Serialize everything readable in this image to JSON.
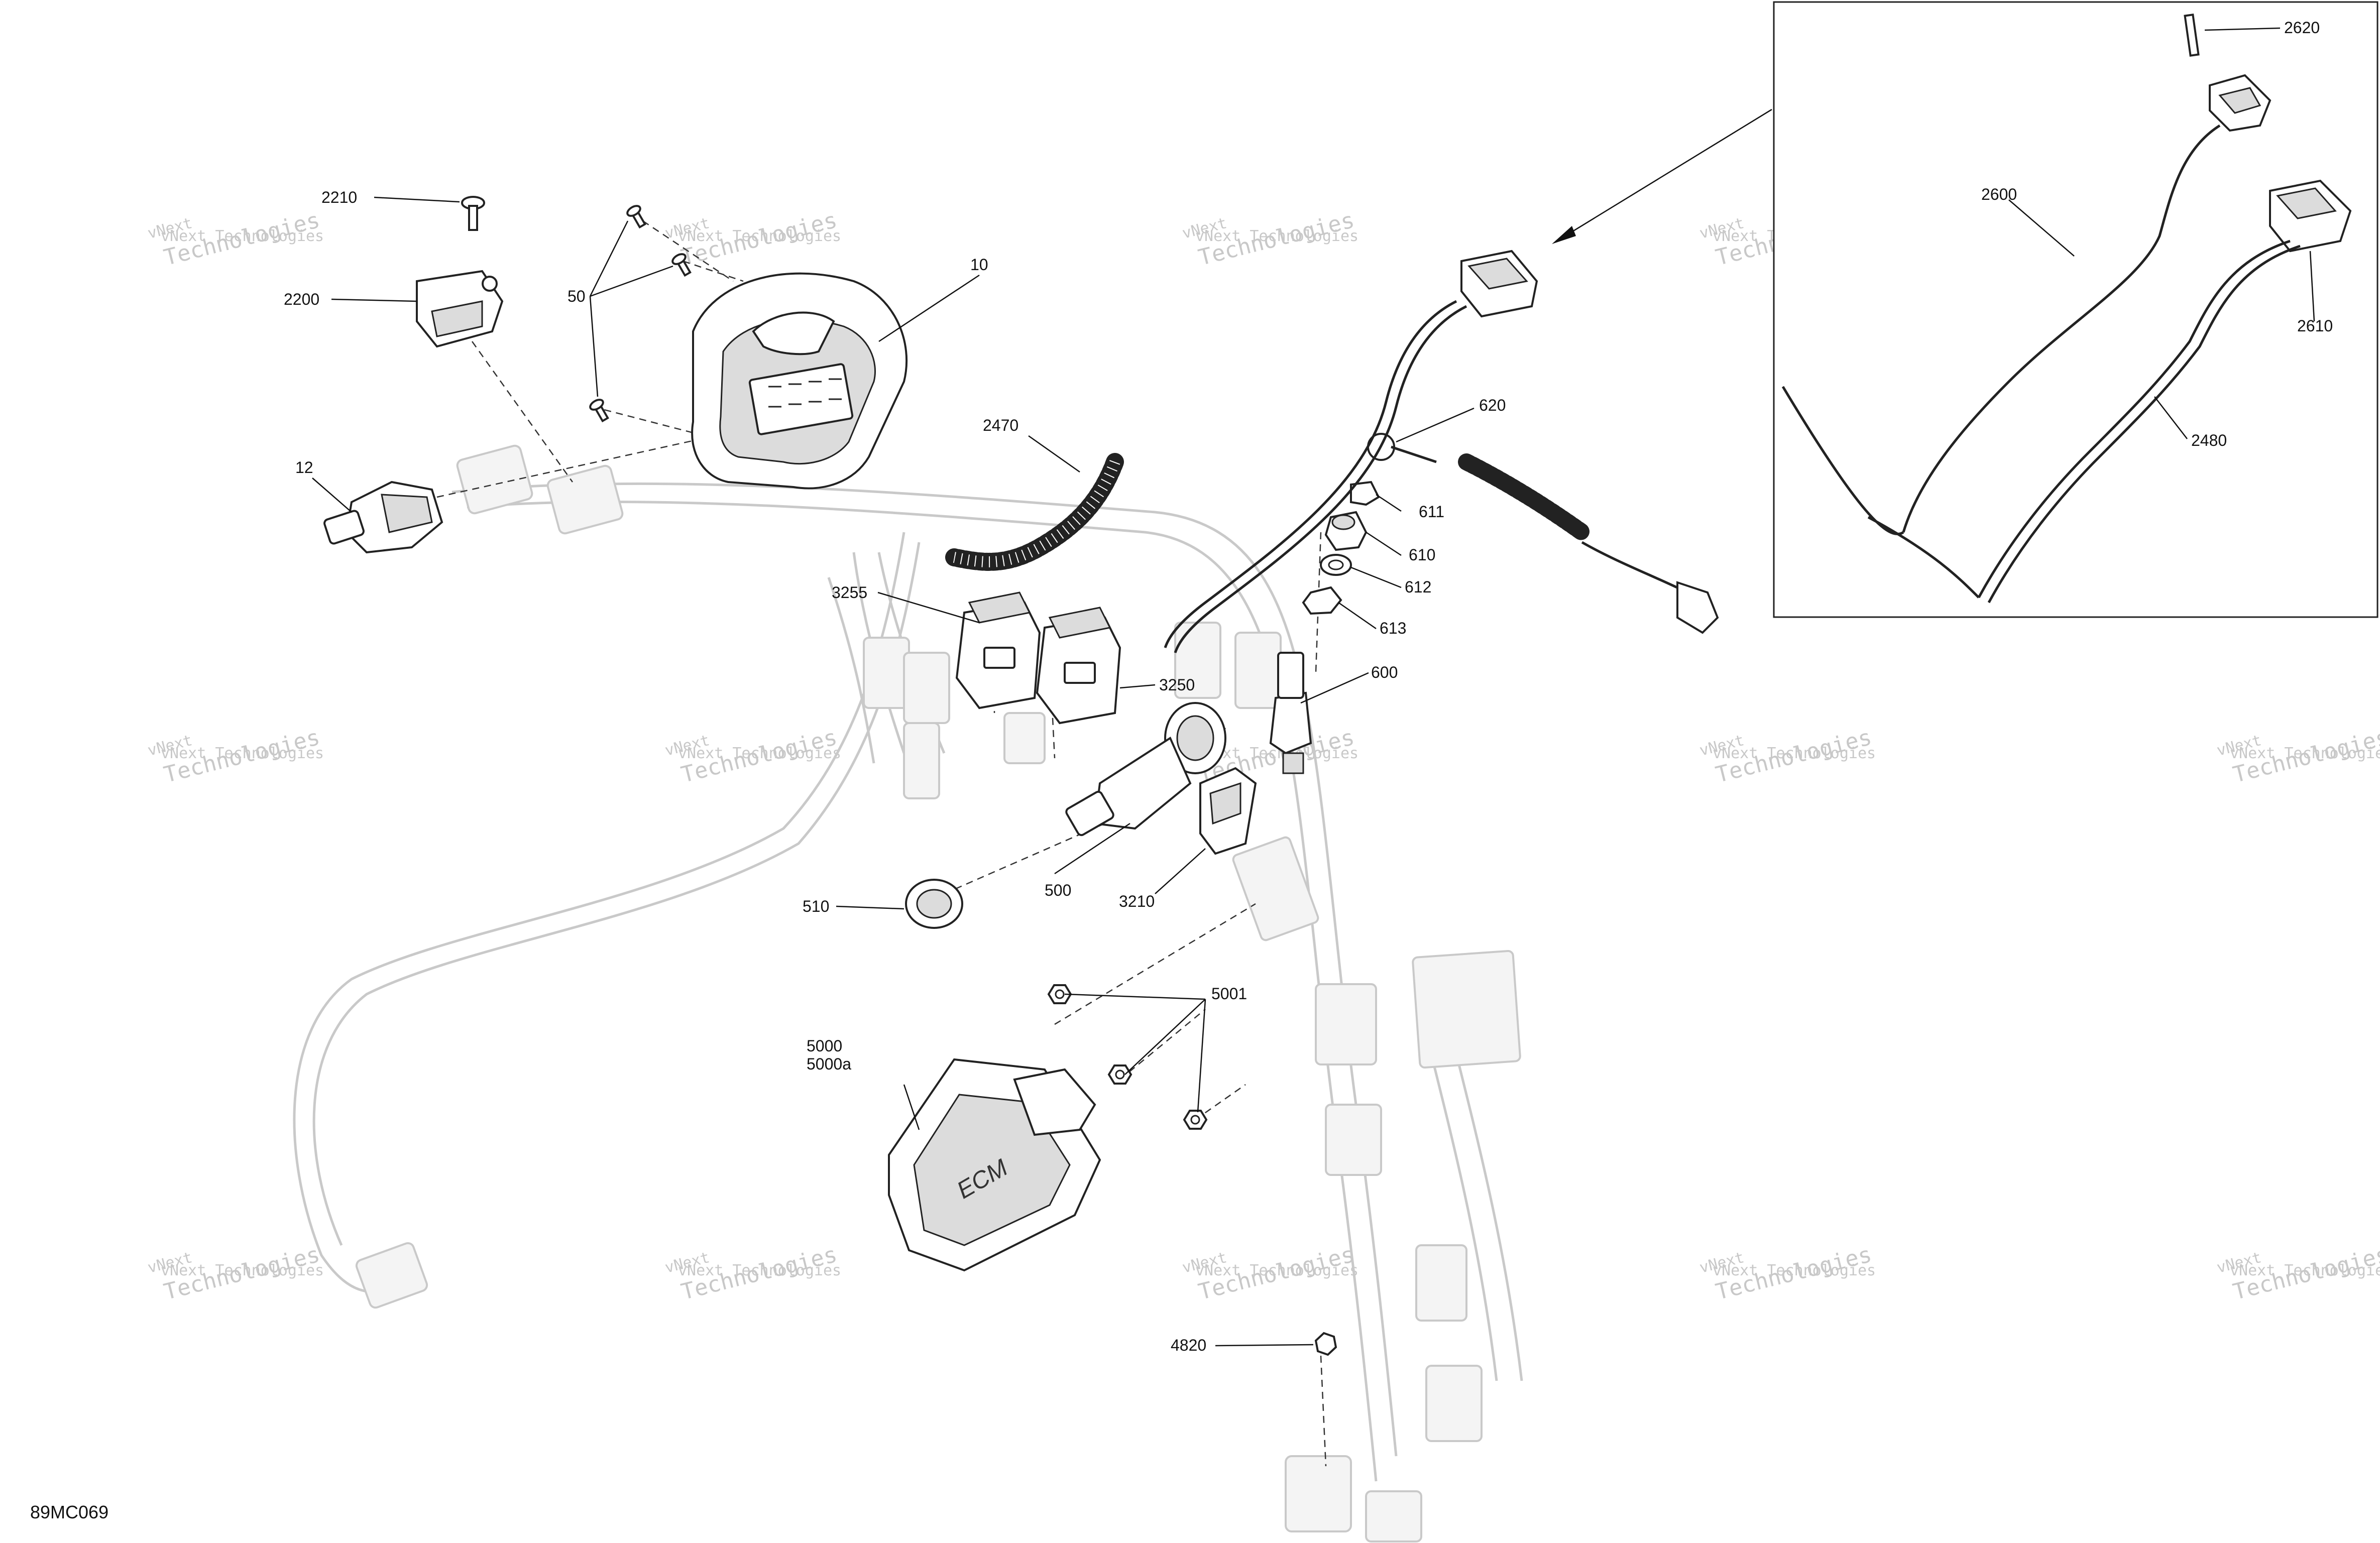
{
  "drawing_id": "89MC069",
  "watermark": {
    "line1": "vNext Technologies",
    "line2": "Technologies",
    "line3": "vNext"
  },
  "callouts": {
    "c2210": "2210",
    "c2200": "2200",
    "c50": "50",
    "c10": "10",
    "c12": "12",
    "c2470": "2470",
    "c3255": "3255",
    "c3250": "3250",
    "c500": "500",
    "c510": "510",
    "c3210": "3210",
    "c600": "600",
    "c611": "611",
    "c610": "610",
    "c612": "612",
    "c613": "613",
    "c620": "620",
    "c5000": "5000",
    "c5000a": "5000a",
    "c5001": "5001",
    "c4820": "4820",
    "c2620": "2620",
    "c2600": "2600",
    "c2610": "2610",
    "c2480": "2480"
  },
  "ecm_marking": "ECM"
}
